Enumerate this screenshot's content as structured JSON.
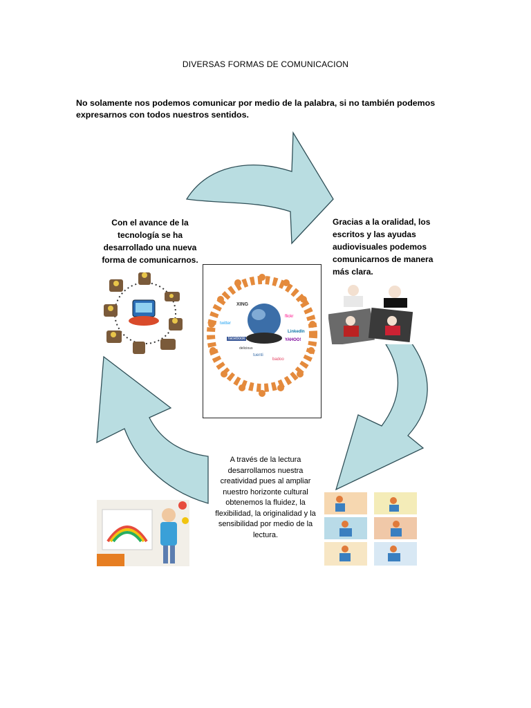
{
  "title": "DIVERSAS FORMAS DE COMUNICACION",
  "intro": "No  solamente  nos podemos comunicar  por medio de la palabra, si no también podemos expresarnos con todos nuestros  sentidos.",
  "texts": {
    "left": "Con el  avance de la tecnología se ha desarrollado  una  nueva forma de comunicarnos.",
    "right": "Gracias a la oralidad, los escritos  y las  ayudas audiovisuales podemos comunicarnos de manera más clara.",
    "bottom": "A través de la  lectura desarrollamos nuestra creatividad pues al ampliar nuestro horizonte cultural obtenemos la fluidez, la flexibilidad, la originalidad y la sensibilidad por medio de la lectura."
  },
  "network_logos": [
    "XING",
    "twitter",
    "facebook",
    "LinkedIn",
    "YAHOO!",
    "delicious",
    "tuenti",
    "flickr",
    "badoo"
  ],
  "colors": {
    "arrow_fill": "#b9dde1",
    "arrow_stroke": "#2f4f57",
    "person": "#e48a3c"
  }
}
